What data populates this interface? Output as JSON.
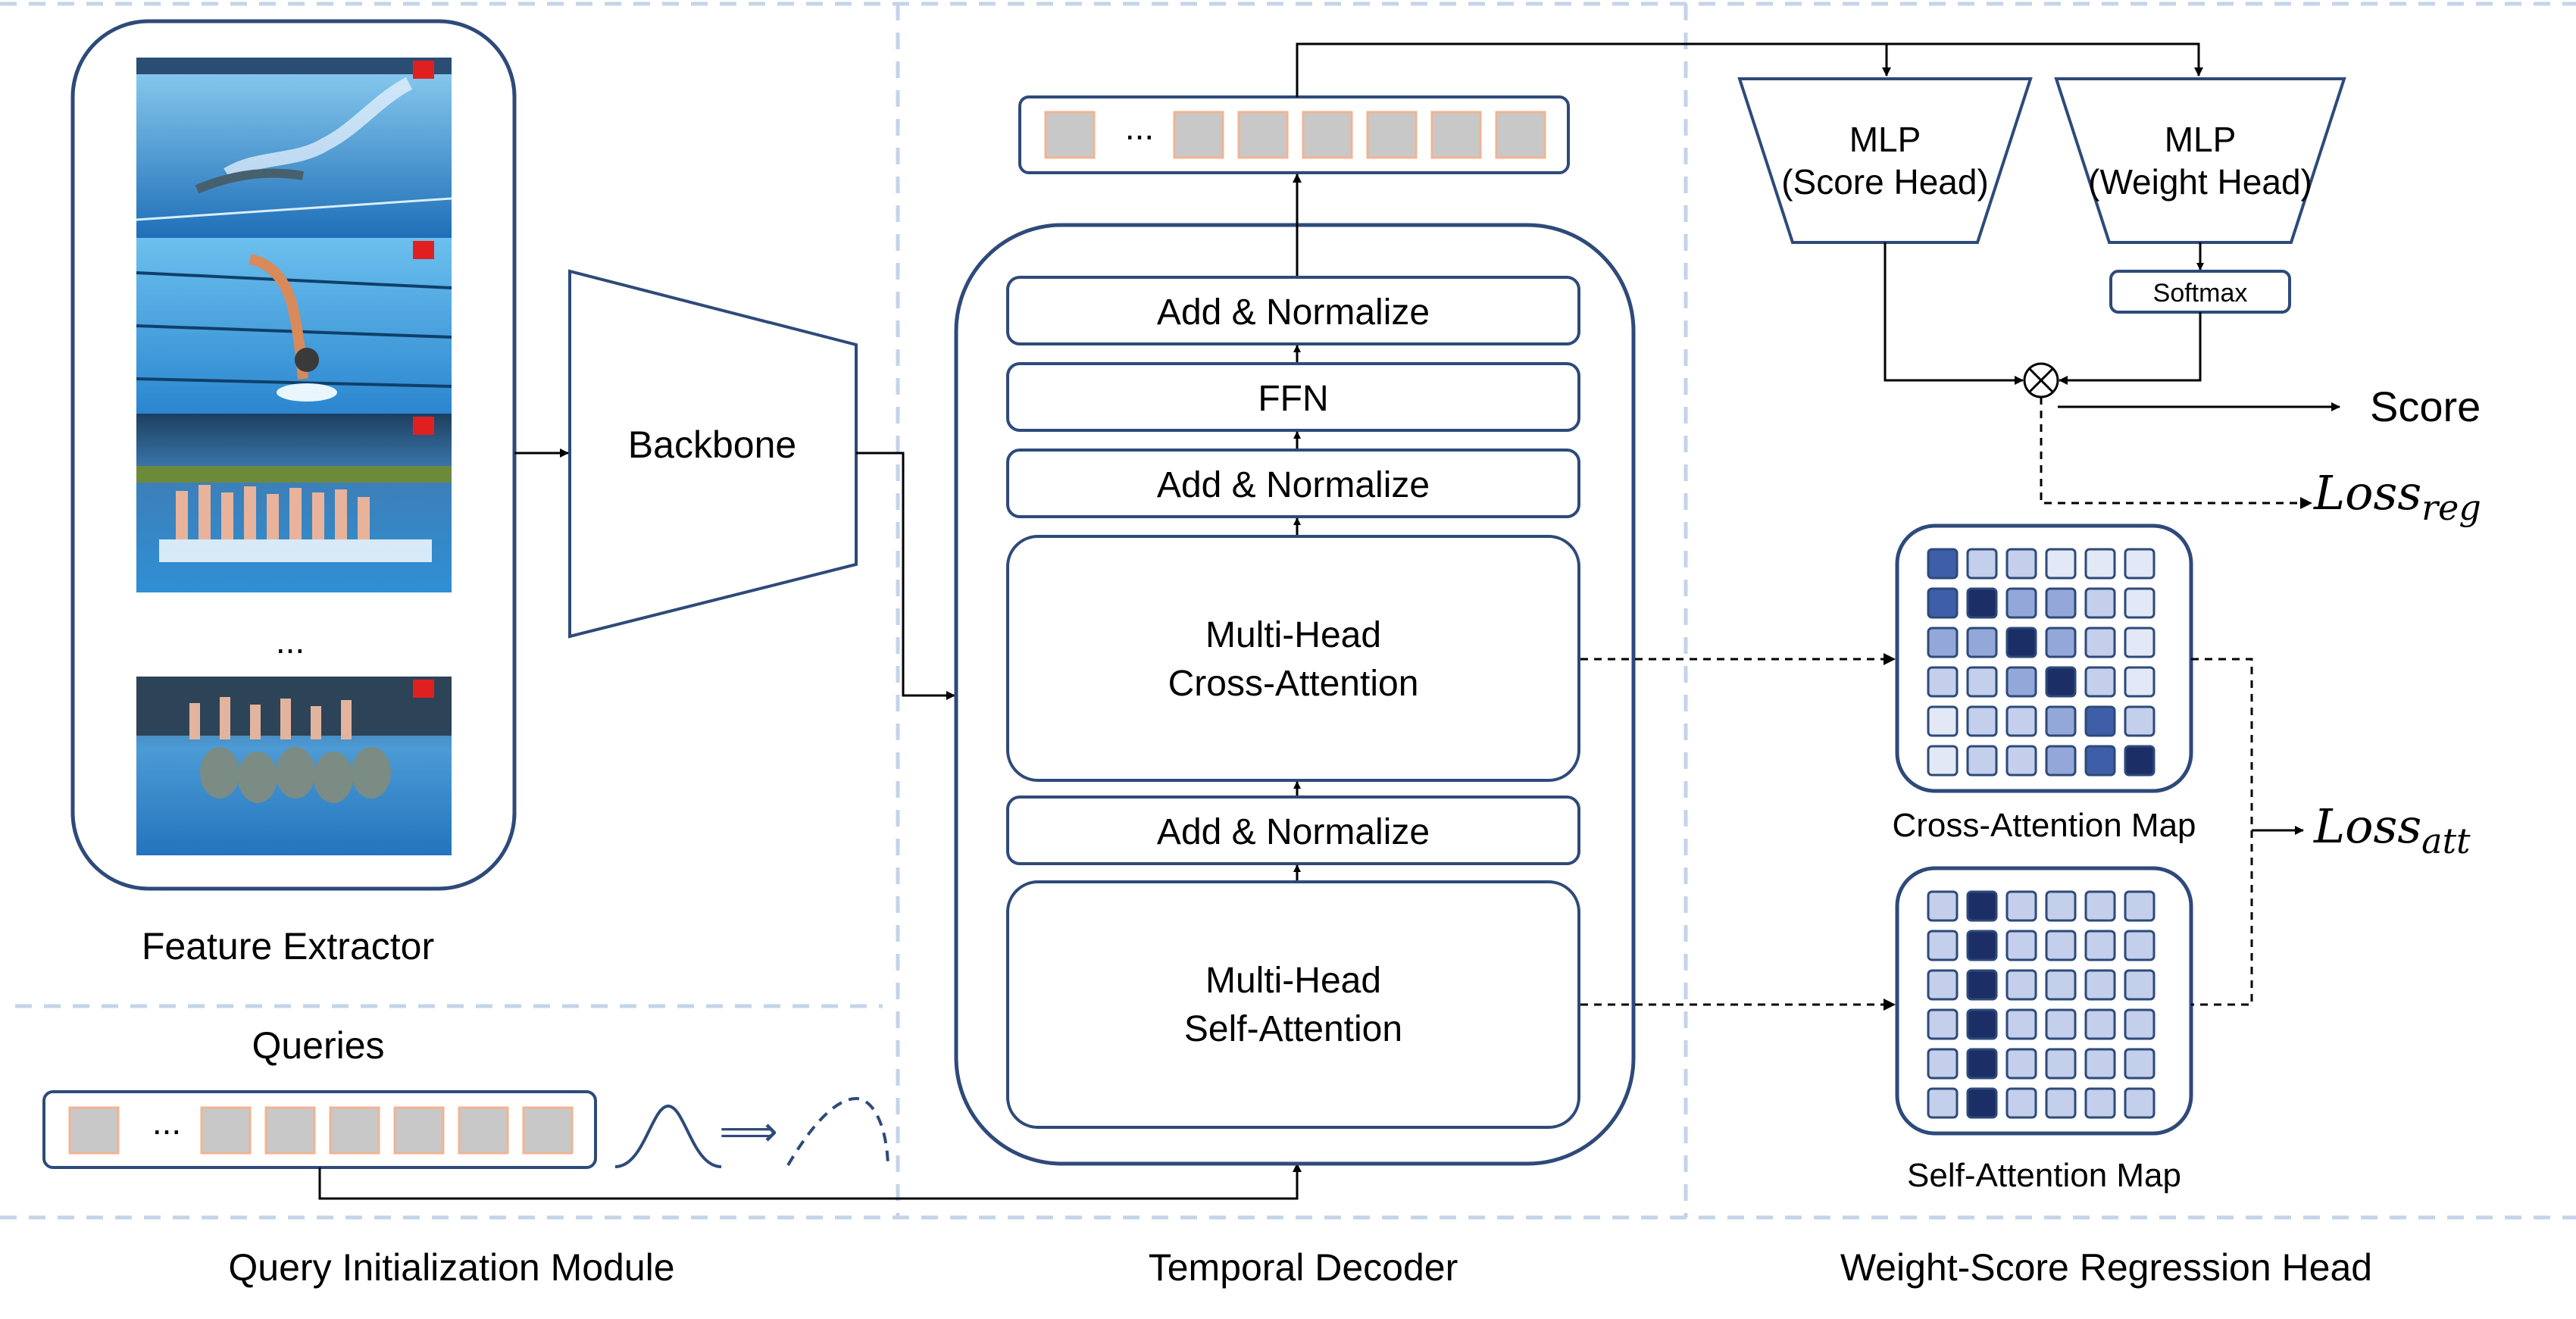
{
  "feature_extractor": {
    "title": "Feature Extractor",
    "ellipsis": "...",
    "backbone_label": "Backbone"
  },
  "query_module": {
    "queries_label": "Queries",
    "ellipsis": "...",
    "title": "Query Initialization Module",
    "arrow_glyph": "⟹"
  },
  "temporal_decoder": {
    "title": "Temporal Decoder",
    "output_ellipsis": "...",
    "blocks": {
      "add_norm_top": "Add & Normalize",
      "ffn": "FFN",
      "add_norm_mid": "Add & Normalize",
      "cross_attn_line1": "Multi-Head",
      "cross_attn_line2": "Cross-Attention",
      "add_norm_low": "Add & Normalize",
      "self_attn_line1": "Multi-Head",
      "self_attn_line2": "Self-Attention"
    }
  },
  "regression_head": {
    "title": "Weight-Score Regression Head",
    "score_head_line1": "MLP",
    "score_head_line2": "(Score Head)",
    "weight_head_line1": "MLP",
    "weight_head_line2": "(Weight Head)",
    "softmax": "Softmax",
    "multiply_symbol": "⊗",
    "score_label": "Score",
    "loss_reg_base": "Loss",
    "loss_reg_sub": "reg",
    "loss_att_base": "Loss",
    "loss_att_sub": "att",
    "cross_map_label": "Cross-Attention Map",
    "self_map_label": "Self-Attention Map"
  },
  "attention_maps": {
    "palette": [
      "#e2e8f5",
      "#c3cfeb",
      "#93a8d9",
      "#3f5ea8",
      "#1b2f66"
    ],
    "cross": [
      [
        3,
        1,
        1,
        0,
        0,
        0
      ],
      [
        3,
        4,
        2,
        2,
        1,
        0
      ],
      [
        2,
        2,
        4,
        2,
        1,
        0
      ],
      [
        1,
        1,
        2,
        4,
        1,
        0
      ],
      [
        0,
        1,
        1,
        2,
        3,
        1
      ],
      [
        0,
        1,
        1,
        2,
        3,
        4
      ]
    ],
    "self": [
      [
        1,
        4,
        1,
        1,
        1,
        1
      ],
      [
        1,
        4,
        1,
        1,
        1,
        1
      ],
      [
        1,
        4,
        1,
        1,
        1,
        1
      ],
      [
        1,
        4,
        1,
        1,
        1,
        1
      ],
      [
        1,
        4,
        1,
        1,
        1,
        1
      ],
      [
        1,
        4,
        1,
        1,
        1,
        1
      ]
    ]
  },
  "colors": {
    "box_stroke": "#2e4a7a",
    "token_fill": "#c8c8c8",
    "token_border": "#f2b391",
    "separator": "#c3d4ea",
    "water_light": "#5fb0e6",
    "water_deep": "#1f6fb8"
  }
}
